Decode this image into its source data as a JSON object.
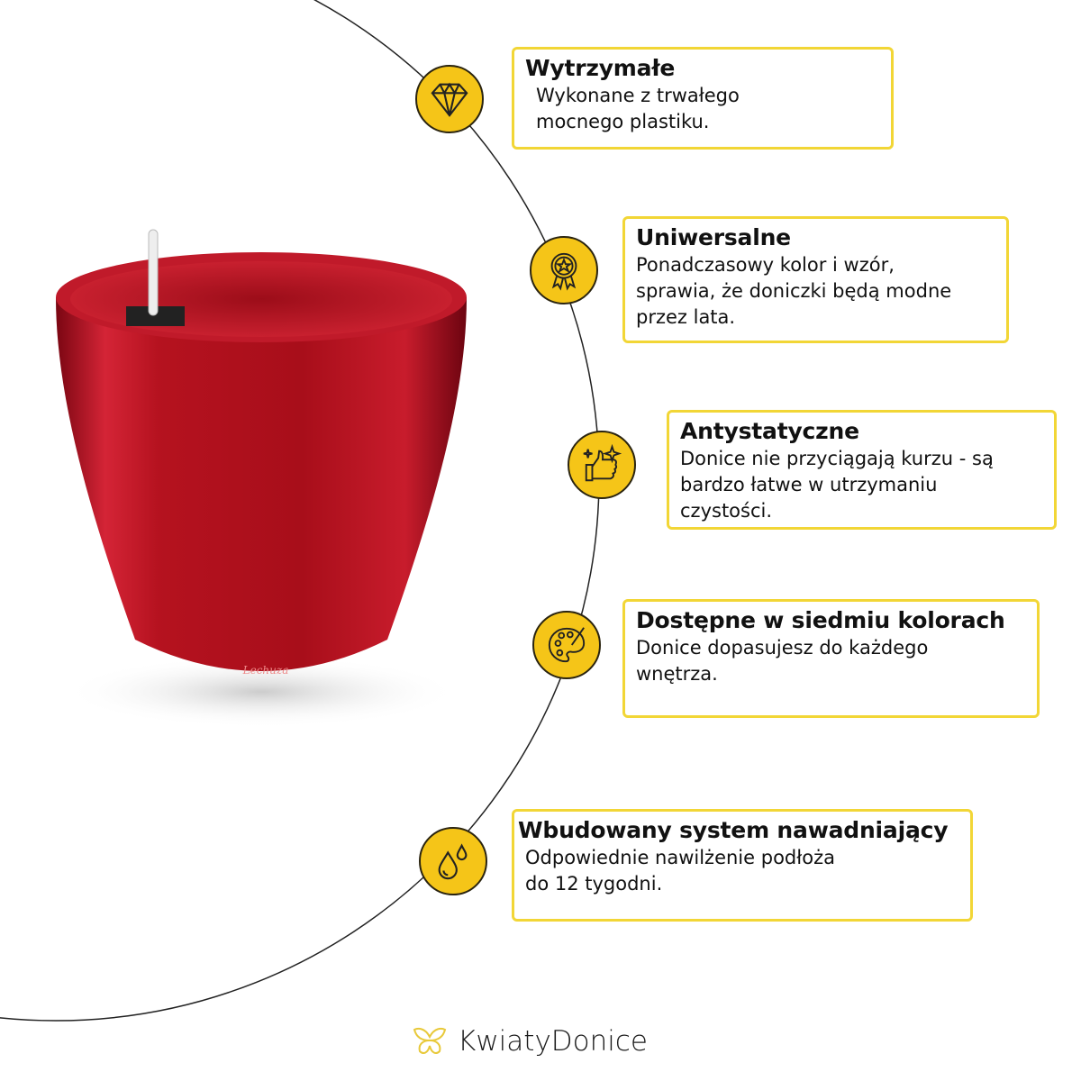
{
  "features": [
    {
      "title": "Wytrzymałe",
      "lines": [
        "Wykonane z trwałego",
        "mocnego plastiku."
      ],
      "icon": "diamond-icon"
    },
    {
      "title": "Uniwersalne",
      "lines": [
        "Ponadczasowy kolor i wzór,",
        "sprawia, że doniczki będą modne",
        "przez lata."
      ],
      "icon": "award-medal-icon"
    },
    {
      "title": "Antystatyczne",
      "lines": [
        "Donice nie przyciągają kurzu - są",
        "bardzo łatwe w utrzymaniu",
        "czystości."
      ],
      "icon": "sparkle-thumbs-up-icon"
    },
    {
      "title": "Dostępne w siedmiu kolorach",
      "lines": [
        "Donice dopasujesz do każdego",
        "wnętrza."
      ],
      "icon": "palette-icon"
    },
    {
      "title": "Wbudowany system nawadniający",
      "lines": [
        "Odpowiednie nawilżenie podłoża",
        "do 12 tygodni."
      ],
      "icon": "water-drops-icon"
    }
  ],
  "product": {
    "brand_mark": "Lechuza",
    "color": "#b0121f"
  },
  "logo": {
    "text": "KwiatyDonice"
  },
  "colors": {
    "accent": "#f5c518",
    "border": "#f2d636"
  }
}
